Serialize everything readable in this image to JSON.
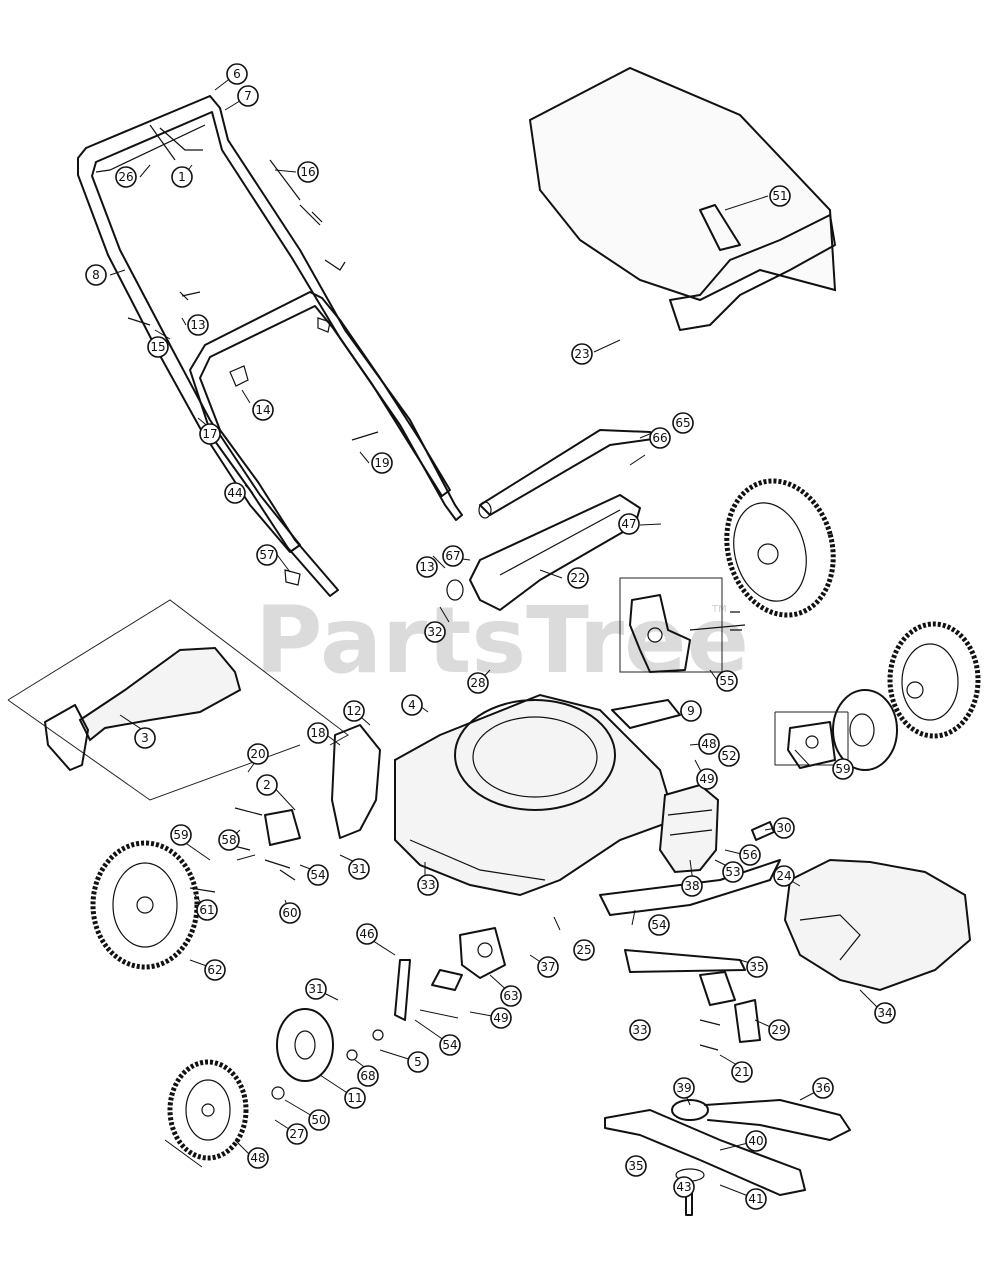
{
  "watermark": {
    "text": "PartsTree",
    "trademark": "TM"
  },
  "callouts": [
    {
      "label": "6"
    },
    {
      "label": "7"
    },
    {
      "label": "26"
    },
    {
      "label": "1"
    },
    {
      "label": "16"
    },
    {
      "label": "51"
    },
    {
      "label": "8"
    },
    {
      "label": "13"
    },
    {
      "label": "15"
    },
    {
      "label": "14"
    },
    {
      "label": "17"
    },
    {
      "label": "19"
    },
    {
      "label": "23"
    },
    {
      "label": "65"
    },
    {
      "label": "66"
    },
    {
      "label": "44"
    },
    {
      "label": "47"
    },
    {
      "label": "13"
    },
    {
      "label": "67"
    },
    {
      "label": "22"
    },
    {
      "label": "57"
    },
    {
      "label": "32"
    },
    {
      "label": "28"
    },
    {
      "label": "55"
    },
    {
      "label": "3"
    },
    {
      "label": "12"
    },
    {
      "label": "4"
    },
    {
      "label": "18"
    },
    {
      "label": "9"
    },
    {
      "label": "48"
    },
    {
      "label": "52"
    },
    {
      "label": "49"
    },
    {
      "label": "59"
    },
    {
      "label": "30"
    },
    {
      "label": "20"
    },
    {
      "label": "2"
    },
    {
      "label": "58"
    },
    {
      "label": "59"
    },
    {
      "label": "54"
    },
    {
      "label": "31"
    },
    {
      "label": "33"
    },
    {
      "label": "56"
    },
    {
      "label": "38"
    },
    {
      "label": "53"
    },
    {
      "label": "24"
    },
    {
      "label": "61"
    },
    {
      "label": "60"
    },
    {
      "label": "54"
    },
    {
      "label": "25"
    },
    {
      "label": "46"
    },
    {
      "label": "37"
    },
    {
      "label": "62"
    },
    {
      "label": "63"
    },
    {
      "label": "35"
    },
    {
      "label": "34"
    },
    {
      "label": "31"
    },
    {
      "label": "49"
    },
    {
      "label": "54"
    },
    {
      "label": "33"
    },
    {
      "label": "29"
    },
    {
      "label": "5"
    },
    {
      "label": "68"
    },
    {
      "label": "21"
    },
    {
      "label": "11"
    },
    {
      "label": "50"
    },
    {
      "label": "27"
    },
    {
      "label": "39"
    },
    {
      "label": "36"
    },
    {
      "label": "40"
    },
    {
      "label": "48"
    },
    {
      "label": "35"
    },
    {
      "label": "43"
    },
    {
      "label": "41"
    }
  ]
}
